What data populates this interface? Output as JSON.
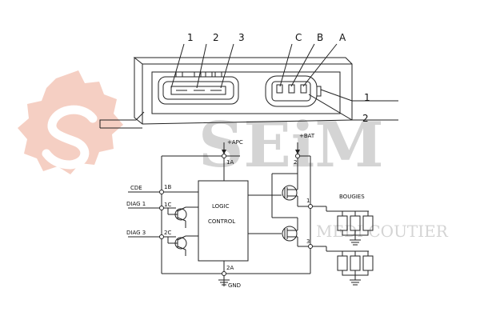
{
  "connector_left_pins": [
    "1",
    "2",
    "3"
  ],
  "connector_right_pins": [
    "C",
    "B",
    "A"
  ],
  "callouts": [
    "1",
    "2"
  ],
  "supply_labels": {
    "apc": "+APC",
    "bat": "+BAT",
    "gnd": "GND"
  },
  "terminals": [
    "1A",
    "1B",
    "1C",
    "2C",
    "2A",
    "2",
    "1",
    "3"
  ],
  "signals": {
    "cde": "CDE",
    "diag1": "DIAG  1",
    "diag3": "DIAG  3"
  },
  "block": {
    "line1": "LOGIC",
    "line2": "CONTROL"
  },
  "load_label": "BOUGIES",
  "watermark": {
    "brand": "SEiM",
    "tagline": "MEDI COUTIER",
    "logo_color": "#f3c7b8",
    "text_color": "#d4d4d4"
  }
}
